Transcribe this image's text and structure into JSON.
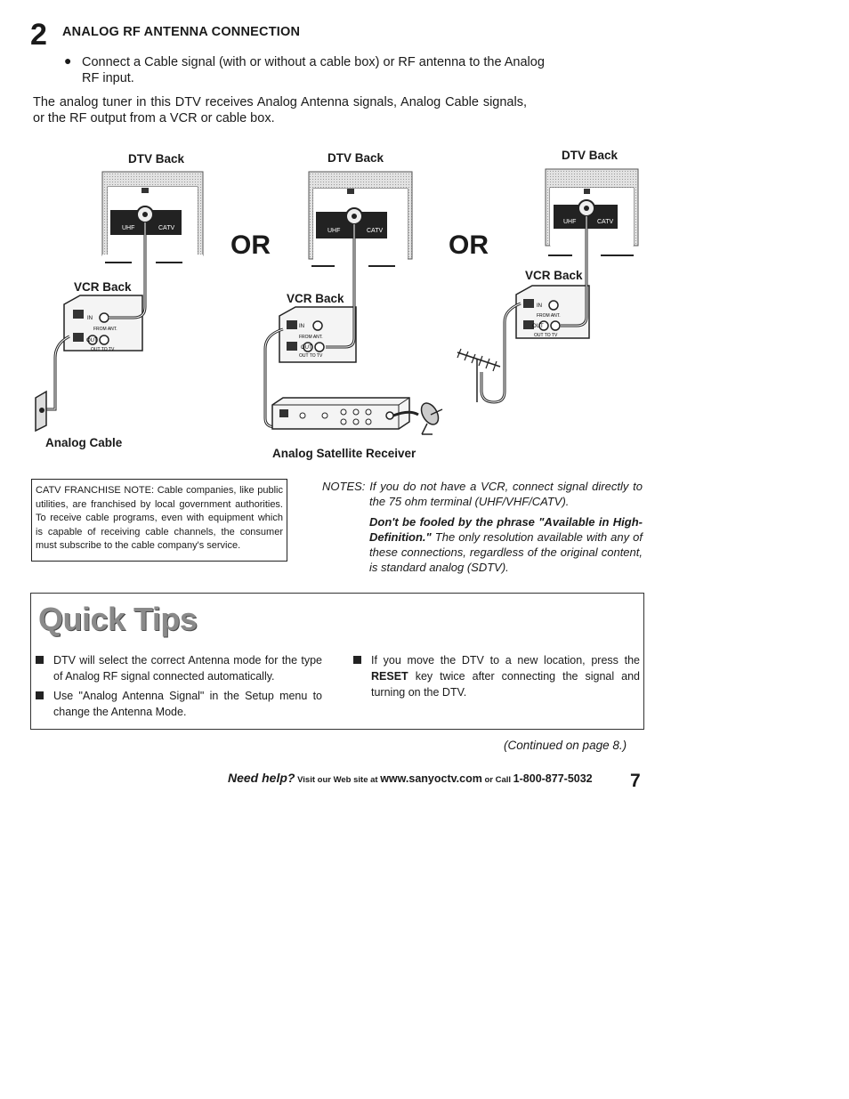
{
  "section": {
    "step_number": "2",
    "heading": "ANALOG RF ANTENNA CONNECTION",
    "bullet_marker": "●",
    "bullet": "Connect a Cable signal (with or without a cable box) or RF antenna to the Analog RF input.",
    "intro": "The analog tuner in this DTV receives Analog Antenna signals, Analog Cable signals, or the RF output from a VCR or cable box."
  },
  "diagrams": {
    "dtv_back": "DTV Back",
    "vcr_back": "VCR Back",
    "or": "OR",
    "analog_cable": "Analog Cable",
    "analog_satellite_receiver": "Analog Satellite Receiver",
    "uhf": "UHF",
    "catv": "CATV",
    "in": "IN",
    "out": "OUT",
    "from_ant": "FROM ANT.",
    "out_to_tv": "OUT TO TV"
  },
  "franchise_note": "CATV FRANCHISE NOTE: Cable companies, like public utilities, are franchised by local government authorities. To receive cable programs, even with equipment which is capable of receiving cable channels, the consumer must subscribe to the cable company's service.",
  "notes": {
    "line1": "NOTES: If you do not have a VCR, connect signal directly to the 75 ohm terminal (UHF/VHF/CATV).",
    "bold_phrase": "Don't be fooled by the phrase \"Available in High-Definition.\"",
    "line2_rest": " The only resolution available with any of these connections, regardless of the original content, is standard analog (SDTV)."
  },
  "quick_tips": {
    "title": "Quick Tips",
    "tip1": "DTV will select the correct Antenna mode for the type of Analog RF signal connected automatically.",
    "tip2": "Use \"Analog Antenna Signal\" in the Setup menu to change the Antenna Mode.",
    "tip3_pre": "If you move the DTV to a new location, press the ",
    "tip3_key": "RESET",
    "tip3_post": " key twice after connecting the signal and turning on the DTV."
  },
  "continued": "(Continued on page 8.)",
  "footer": {
    "need_help": "Need help?",
    "visit": " Visit our Web site at ",
    "url": "www.sanyoctv.com",
    "or_call": " or Call ",
    "phone": "1-800-877-5032"
  },
  "page_number": "7",
  "colors": {
    "text": "#1a1a1a",
    "tips_title": "#8a8a8a",
    "panel_gray": "#d9d9d9"
  }
}
